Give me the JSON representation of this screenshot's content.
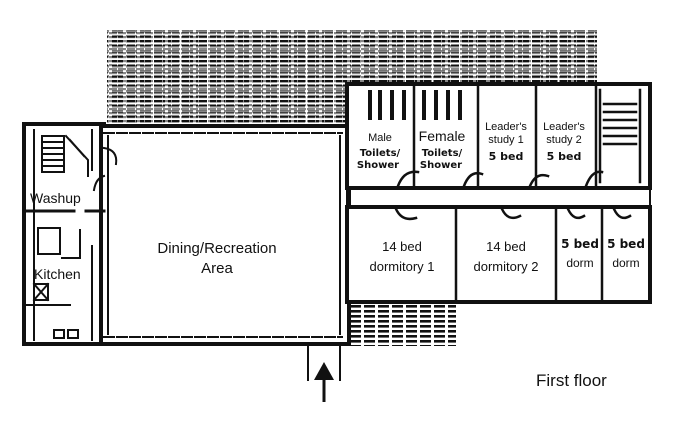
{
  "floor_title": "First floor",
  "rooms": {
    "washup": "Washup",
    "kitchen": "Kitchen",
    "dining_line1": "Dining/Recreation",
    "dining_line2": "Area",
    "male_line1": "Male",
    "male_line2": "Toilets/",
    "male_line3": "Shower",
    "female_line1": "Female",
    "female_line2": "Toilets/",
    "female_line3": "Shower",
    "leader1_line1": "Leader's",
    "leader1_line2": "study 1",
    "leader1_line3": "5 bed",
    "leader2_line1": "Leader's",
    "leader2_line2": "study 2",
    "leader2_line3": "5 bed",
    "dorm14a_line1": "14 bed",
    "dorm14a_line2": "dormitory 1",
    "dorm14b_line1": "14 bed",
    "dorm14b_line2": "dormitory 2",
    "dorm5a_line1": "5 bed",
    "dorm5a_line2": "dorm",
    "dorm5b_line1": "5 bed",
    "dorm5b_line2": "dorm"
  },
  "colors": {
    "ink": "#111111",
    "paper": "#ffffff"
  },
  "icons": {
    "entrance": "entrance-arrow-icon"
  }
}
